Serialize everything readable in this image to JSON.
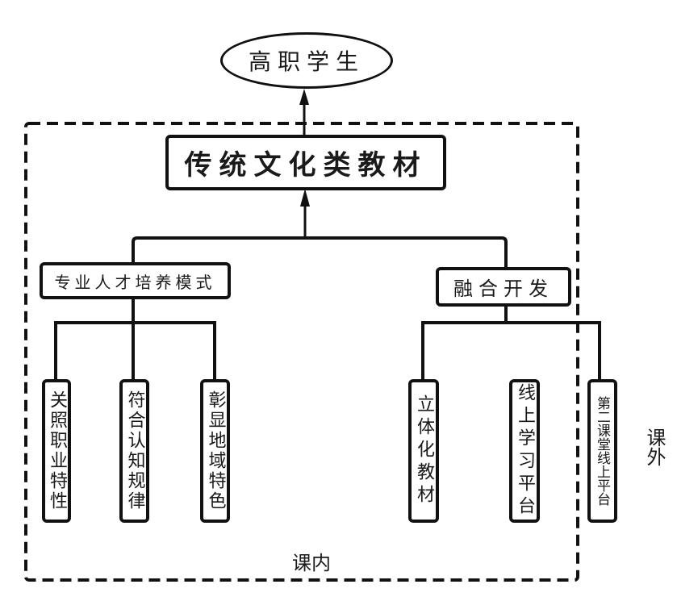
{
  "diagram": {
    "root": {
      "label": "高职学生"
    },
    "main": {
      "label": "传统文化类教材"
    },
    "branches": [
      {
        "label": "专业人才培养模式",
        "children": [
          "关照职业特性",
          "符合认知规律",
          "彰显地域特色"
        ]
      },
      {
        "label": "融合开发",
        "children": [
          "立体化教材",
          "线上学习平台",
          "第二课堂线上平台"
        ]
      }
    ],
    "regions": {
      "inside": "课内",
      "outside": "课外"
    }
  }
}
